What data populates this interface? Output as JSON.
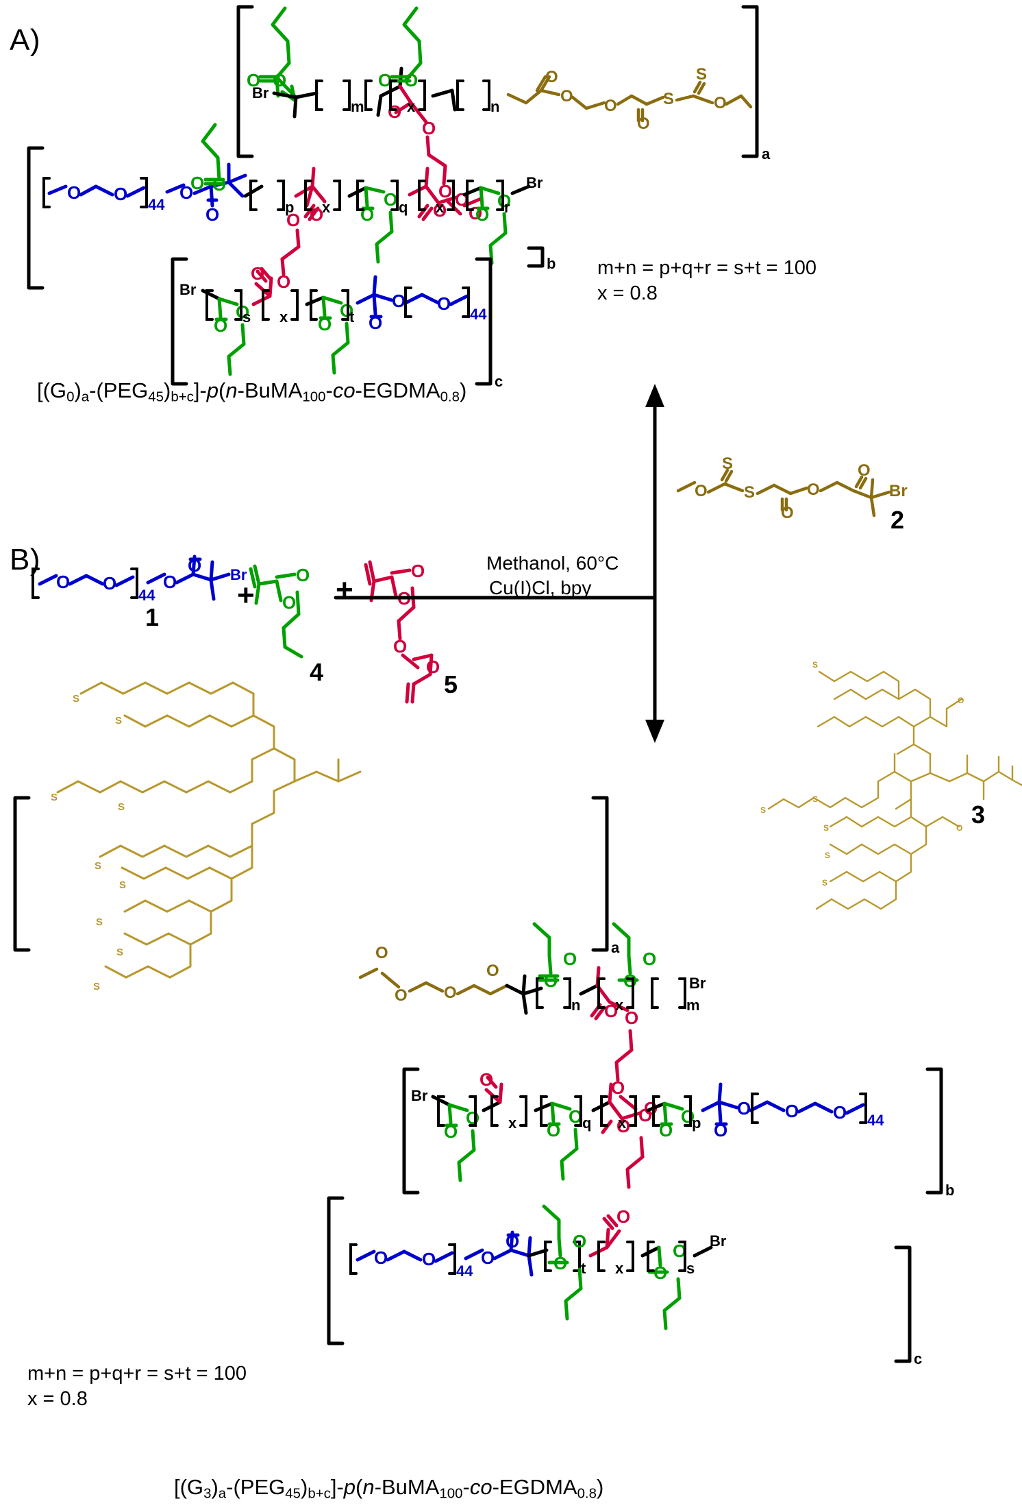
{
  "figure": {
    "type": "chemical-synthesis-scheme",
    "panels": [
      {
        "id": "A",
        "letter": "A)",
        "product_name": "[(G0)a-(PEG45)b+c]-p(n-BuMA100-co-EGDMA0.8)",
        "stoichiometry_line1": "m+n = p+q+r = s+t = 100",
        "stoichiometry_line2": "x = 0.8",
        "bracket_labels": [
          "a",
          "b",
          "c"
        ],
        "repeat_units": [
          "m",
          "x",
          "n",
          "p",
          "x",
          "q",
          "x",
          "r",
          "s",
          "x",
          "t"
        ],
        "peg_repeat": "44",
        "end_groups": [
          "Br",
          "Br",
          "Br"
        ]
      },
      {
        "id": "B",
        "letter": "B)",
        "product_name": "[(G3)a-(PEG45)b+c]-p(n-BuMA100-co-EGDMA0.8)",
        "stoichiometry_line1": "m+n = p+q+r = s+t = 100",
        "stoichiometry_line2": "x = 0.8",
        "bracket_labels": [
          "a",
          "b",
          "c"
        ],
        "repeat_units": [
          "n",
          "x",
          "m",
          "x",
          "q",
          "x",
          "p",
          "t",
          "x",
          "s"
        ],
        "peg_repeat": "44",
        "end_groups": [
          "Br",
          "Br",
          "Br"
        ]
      }
    ],
    "reaction": {
      "conditions_line1": "Methanol, 60°C",
      "conditions_line2": "Cu(I)Cl, bpy",
      "arrow_up_label": "2",
      "arrow_down_label": "3"
    },
    "reagents": [
      {
        "number": "1",
        "role": "PEG macroinitiator",
        "color": "#0000cc"
      },
      {
        "number": "2",
        "role": "xanthate chain transfer initiator",
        "color": "#8a6d10"
      },
      {
        "number": "3",
        "role": "G3 dendritic xanthate initiator",
        "color": "#b8982c"
      },
      {
        "number": "4",
        "role": "n-butyl methacrylate monomer",
        "color": "#00a000"
      },
      {
        "number": "5",
        "role": "EGDMA crosslinker",
        "color": "#d0003c"
      }
    ],
    "plus_signs": [
      "+",
      "+"
    ],
    "atom_labels": {
      "oxygen": "O",
      "sulfur": "S",
      "bromine": "Br"
    },
    "colors": {
      "peg_blue": "#0000cc",
      "bma_green": "#00a000",
      "egdma_red": "#d0003c",
      "xanthate_brown": "#8a6d10",
      "dendrimer_gold": "#b8982c",
      "backbone_black": "#000000"
    },
    "nomenclature_A": {
      "prefix": "[(G",
      "gen": "0",
      "mid1": ")",
      "sub_a": "a",
      "mid2": "-(PEG",
      "peg": "45",
      "mid3": ")",
      "sub_bc": "b+c",
      "mid4": "]-",
      "p_ital": "p",
      "mid5": "(",
      "n_ital": "n",
      "mid6": "-BuMA",
      "bma": "100",
      "mid7": "-",
      "co_ital": "co",
      "mid8": "-EGDMA",
      "eg": "0.8",
      "suffix": ")"
    },
    "nomenclature_B": {
      "prefix": "[(G",
      "gen": "3",
      "mid1": ")",
      "sub_a": "a",
      "mid2": "-(PEG",
      "peg": "45",
      "mid3": ")",
      "sub_bc": "b+c",
      "mid4": "]-",
      "p_ital": "p",
      "mid5": "(",
      "n_ital": "n",
      "mid6": "-BuMA",
      "bma": "100",
      "mid7": "-",
      "co_ital": "co",
      "mid8": "-EGDMA",
      "eg": "0.8",
      "suffix": ")"
    }
  }
}
